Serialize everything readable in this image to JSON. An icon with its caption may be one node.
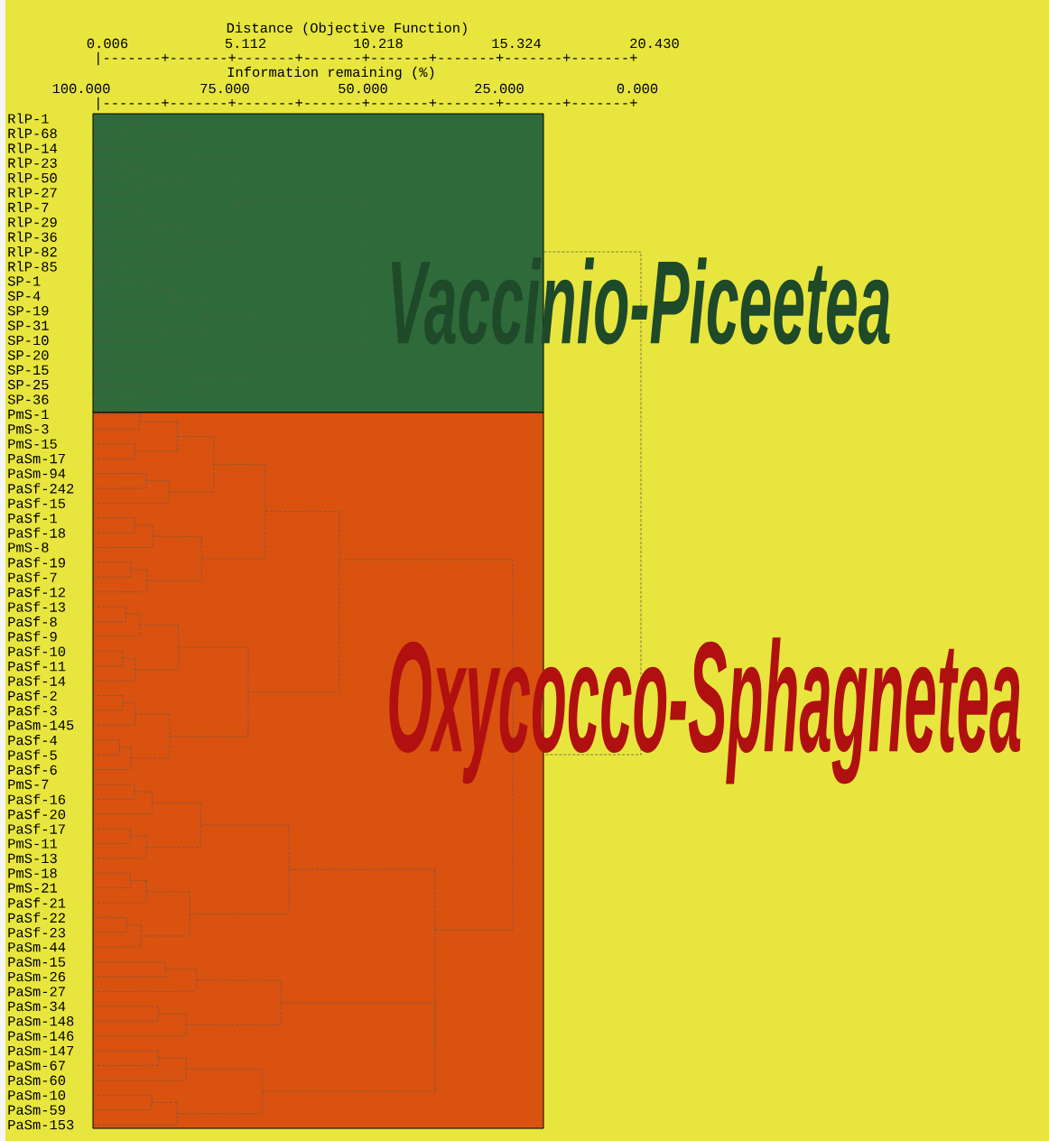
{
  "diagram": {
    "nodes": [
      {
        "text": [
          "Vaccinio-Piceetea"
        ]
      },
      {
        "text": [
          "Oxycocco-Sphagnetea"
        ]
      }
    ],
    "edges": [
      {
        "from": 0,
        "to": 1,
        "arrow": "none",
        "style": "dashed"
      }
    ],
    "labels": [
      "Distance (Objective Function)",
      "0.006",
      "5.112",
      "10.218",
      "15.324",
      "20.430",
      "|-------+-------+-------+-------+-------+-------+-------+-------+",
      "Information remaining (%)",
      "100.000",
      "75.000",
      "50.000",
      "25.000",
      "0.000",
      "|-------+-------+-------+-------+-------+-------+-------+-------+",
      "RlP-1",
      "RlP-68",
      "RlP-14",
      "RlP-23",
      "RlP-50",
      "RlP-27",
      "RlP-7",
      "RlP-29",
      "RlP-36",
      "RlP-82",
      "RlP-85",
      "SP-1",
      "SP-4",
      "SP-19",
      "SP-31",
      "SP-10",
      "SP-20",
      "SP-15",
      "SP-25",
      "SP-36",
      "PmS-1",
      "PmS-3",
      "PmS-15",
      "PaSm-17",
      "PaSm-94",
      "PaSf-242",
      "PaSf-15",
      "PaSf-1",
      "PaSf-18",
      "PmS-8",
      "PaSf-19",
      "PaSf-7",
      "PaSf-12",
      "PaSf-13",
      "PaSf-8",
      "PaSf-9",
      "PaSf-10",
      "PaSf-11",
      "PaSf-14",
      "PaSf-2",
      "PaSf-3",
      "PaSm-145",
      "PaSf-4",
      "PaSf-5",
      "PaSf-6",
      "PmS-7",
      "PaSf-16",
      "PaSf-20",
      "PaSf-17",
      "PmS-11",
      "PmS-13",
      "PmS-18",
      "PmS-21",
      "PaSf-21",
      "PaSf-22",
      "PaSf-23",
      "PaSm-44",
      "PaSm-15",
      "PaSm-26",
      "PaSm-27",
      "PaSm-34",
      "PaSm-148",
      "PaSm-146",
      "PaSm-147",
      "PaSm-67",
      "PaSm-60",
      "PaSm-10",
      "PaSm-59",
      "PaSm-153"
    ]
  }
}
